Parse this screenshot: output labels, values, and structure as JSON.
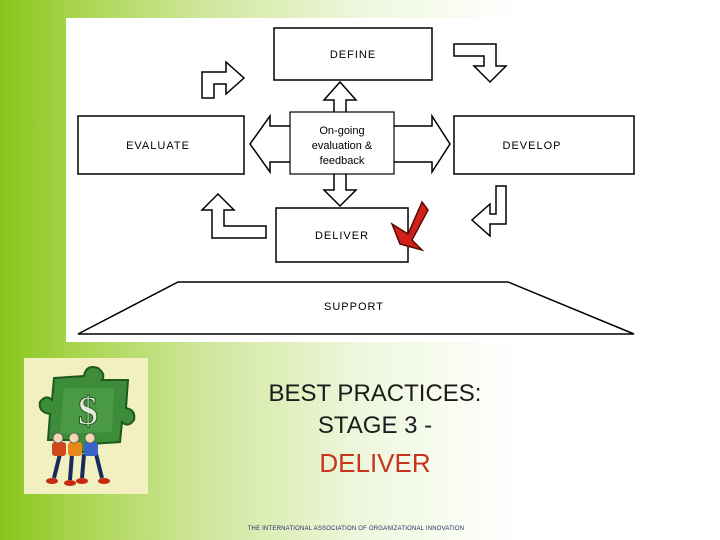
{
  "diagram": {
    "boxes": {
      "define": "DEFINE",
      "evaluate": "EVALUATE",
      "develop": "DEVELOP",
      "deliver": "DELIVER",
      "support": "SUPPORT"
    },
    "center": {
      "line1": "On-going",
      "line2": "evaluation &",
      "line3": "feedback"
    },
    "highlight_color": "#d0201a"
  },
  "title": {
    "line1": "BEST PRACTICES:",
    "line2": "STAGE 3 -",
    "line3": "DELIVER",
    "line3_color": "#c8341c"
  },
  "footer": "THE INTERNATIONAL ASSOCIATION OF ORGANIZATIONAL INNOVATION",
  "clip_art": {
    "icon": "people-carrying-dollar-puzzle-icon"
  }
}
